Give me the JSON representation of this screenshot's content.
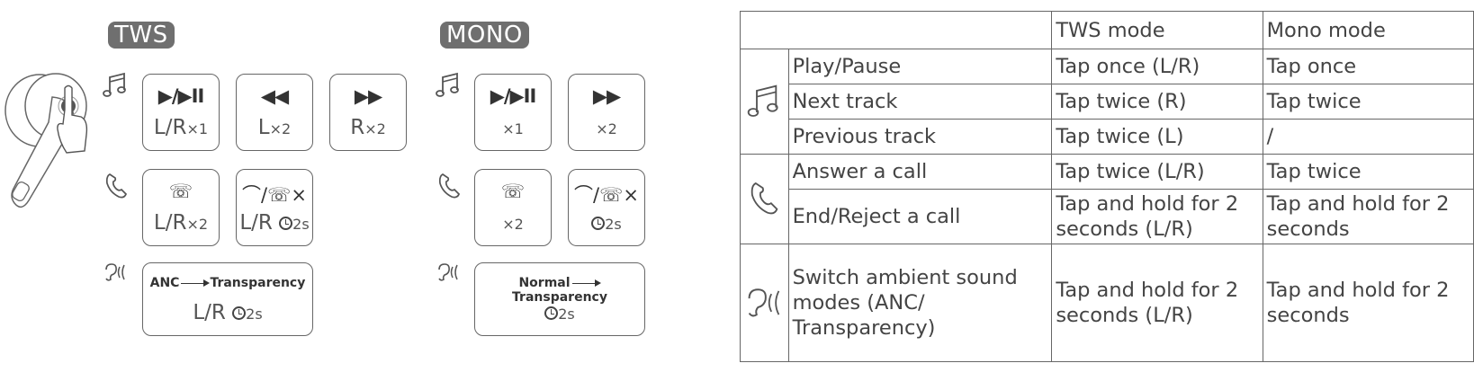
{
  "left": {
    "tws_tag": "TWS",
    "mono_tag": "MONO",
    "tws_buttons": {
      "play_pause": {
        "symbol": "▶/▶II",
        "label": "L/R",
        "suffix": "×1"
      },
      "previous": {
        "symbol": "◀◀",
        "label": "L",
        "suffix": "×2"
      },
      "next": {
        "symbol": "▶▶",
        "label": "R",
        "suffix": "×2"
      },
      "answer": {
        "symbol": "☏",
        "label": "L/R",
        "suffix": "×2"
      },
      "end_reject": {
        "symbol": "⌒/☏×",
        "label": "L/R",
        "suffix": "2s"
      },
      "ambient": {
        "from": "ANC",
        "to": "Transparency",
        "label": "L/R",
        "suffix": "2s"
      }
    },
    "mono_buttons": {
      "play_pause": {
        "symbol": "▶/▶II",
        "suffix": "×1"
      },
      "next": {
        "symbol": "▶▶",
        "suffix": "×2"
      },
      "answer": {
        "symbol": "☏",
        "suffix": "×2"
      },
      "end_reject": {
        "symbol": "⌒/☏×",
        "suffix": "2s"
      },
      "ambient": {
        "from": "Normal",
        "to": "Transparency",
        "suffix": "2s"
      }
    }
  },
  "table": {
    "header": {
      "blank": "",
      "tws": "TWS mode",
      "mono": "Mono mode"
    },
    "rows": [
      {
        "action": "Play/Pause",
        "tws": "Tap once (L/R)",
        "mono": "Tap once"
      },
      {
        "action": "Next track",
        "tws": "Tap twice (R)",
        "mono": "Tap twice"
      },
      {
        "action": "Previous track",
        "tws": "Tap twice (L)",
        "mono": "/"
      },
      {
        "action": "Answer a call",
        "tws": "Tap twice (L/R)",
        "mono": "Tap twice"
      },
      {
        "action": "End/Reject a call",
        "tws": "Tap and hold for 2 seconds (L/R)",
        "mono": "Tap and hold for 2 seconds"
      },
      {
        "action": "Switch ambient sound modes (ANC/ Transparency)",
        "tws": "Tap and hold for 2 seconds (L/R)",
        "mono": "Tap and hold for 2 seconds"
      }
    ]
  },
  "icons": {
    "music": "music-note-icon",
    "phone": "phone-icon",
    "ambient": "ear-sound-icon",
    "earbud": "earbud-tap-illustration",
    "timer": "clock-icon"
  }
}
